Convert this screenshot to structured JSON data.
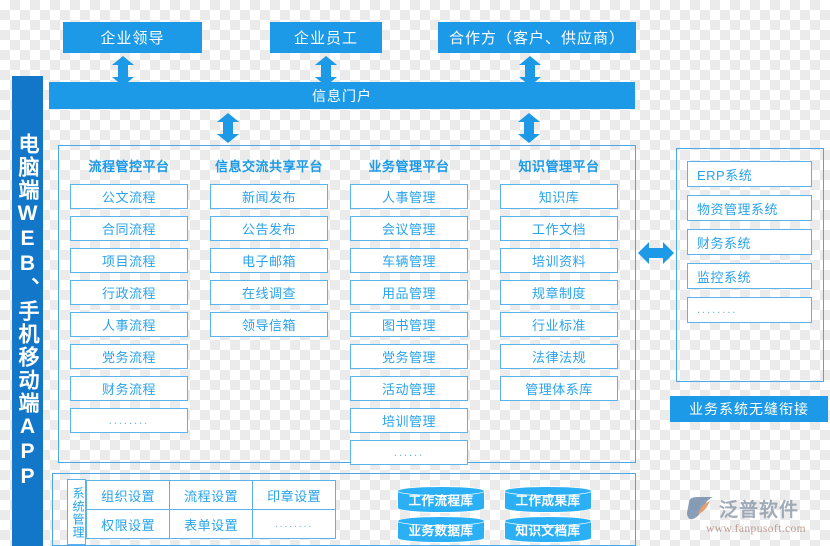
{
  "sidebar": {
    "label": "电脑端WEB、手机移动端APP"
  },
  "actors": [
    {
      "label": "企业领导"
    },
    {
      "label": "企业员工"
    },
    {
      "label": "合作方（客户、供应商）"
    }
  ],
  "portal": {
    "label": "信息门户"
  },
  "platforms": [
    {
      "title": "流程管控平台",
      "items": [
        "公文流程",
        "合同流程",
        "项目流程",
        "行政流程",
        "人事流程",
        "党务流程",
        "财务流程",
        "........"
      ]
    },
    {
      "title": "信息交流共享平台",
      "items": [
        "新闻发布",
        "公告发布",
        "电子邮箱",
        "在线调查",
        "领导信箱"
      ]
    },
    {
      "title": "业务管理平台",
      "items": [
        "人事管理",
        "会议管理",
        "车辆管理",
        "用品管理",
        "图书管理",
        "党务管理",
        "活动管理",
        "培训管理",
        "......"
      ]
    },
    {
      "title": "知识管理平台",
      "items": [
        "知识库",
        "工作文档",
        "培训资料",
        "规章制度",
        "行业标准",
        "法律法规",
        "管理体系库"
      ]
    }
  ],
  "external_systems": {
    "items": [
      "ERP系统",
      "物资管理系统",
      "财务系统",
      "监控系统",
      "........"
    ],
    "tag": "业务系统无缝衔接"
  },
  "admin": {
    "vertical_label": "系统管理",
    "cells": [
      "组织设置",
      "流程设置",
      "印章设置",
      "权限设置",
      "表单设置",
      "........"
    ]
  },
  "databases": [
    {
      "label": "工作流程库"
    },
    {
      "label": "工作成果库"
    },
    {
      "label": "业务数据库"
    },
    {
      "label": "知识文档库"
    }
  ],
  "watermark": {
    "name": "泛普软件",
    "url": "www.fanpusoft.com"
  },
  "colors": {
    "primary_blue": "#1c9ae8",
    "sidebar_blue": "#1277c8",
    "outline_blue": "#5bb3ee",
    "text_blue": "#29a3ec",
    "db_blue": "#2bb0f5"
  }
}
